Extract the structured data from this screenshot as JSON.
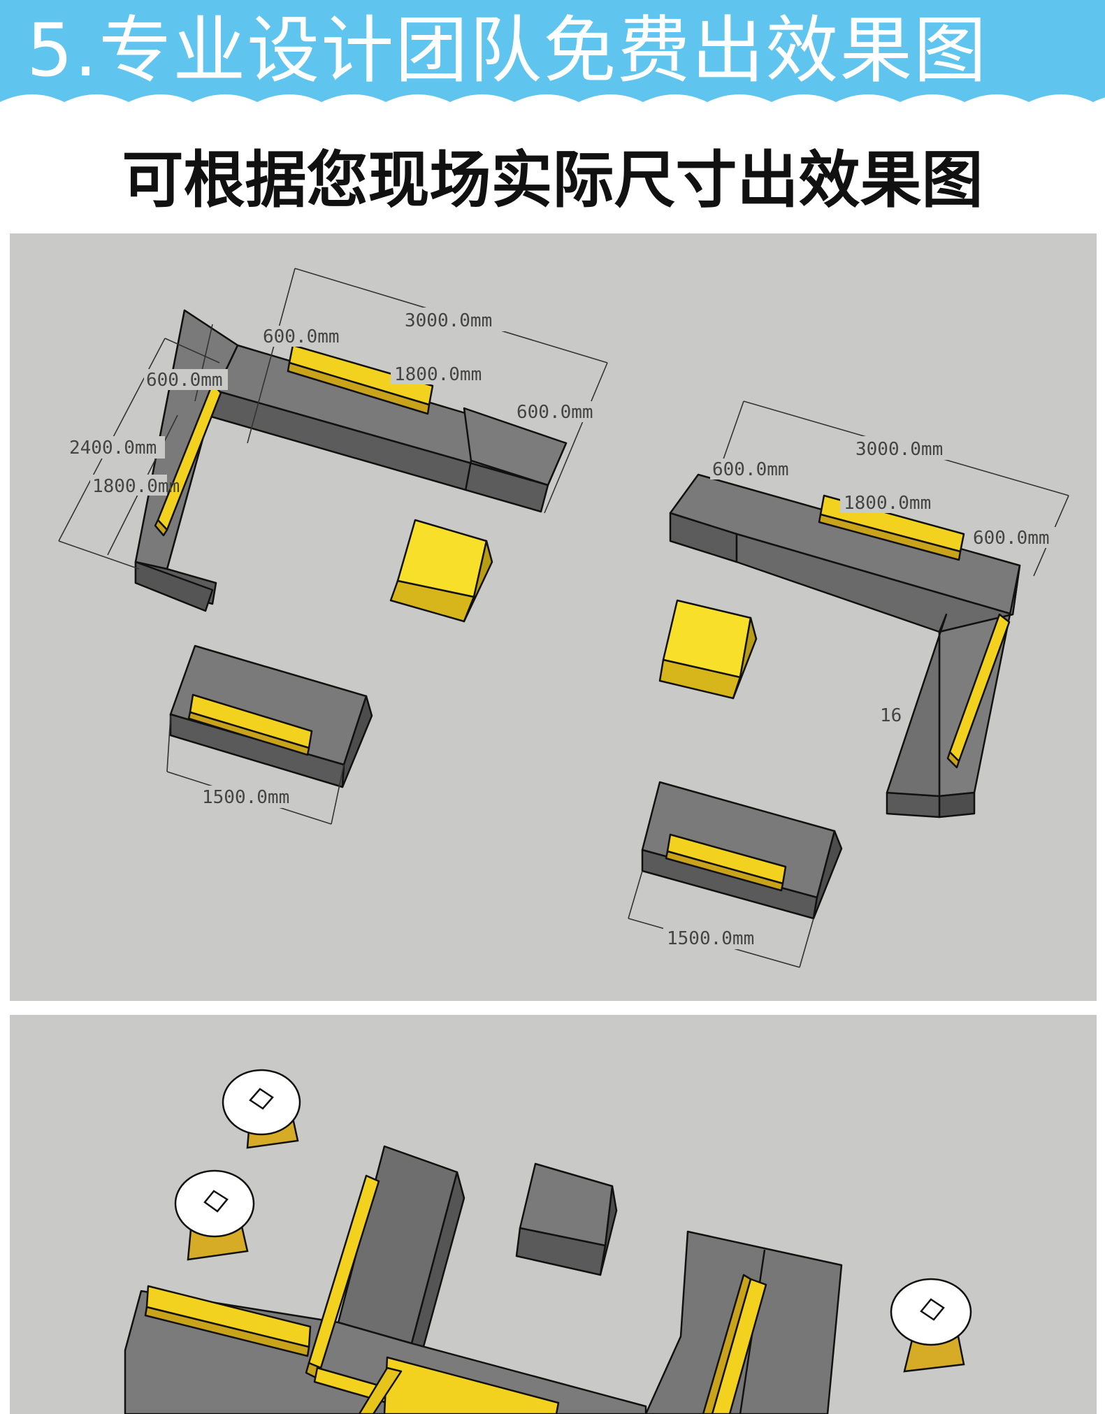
{
  "header": {
    "title": "5.专业设计团队免费出效果图",
    "background_color": "#5fc5ee",
    "text_color": "#ffffff"
  },
  "subtitle": "可根据您现场实际尺寸出效果图",
  "render1": {
    "left_group": {
      "top_width": "3000.0mm",
      "end_600_a": "600.0mm",
      "middle_1800": "1800.0mm",
      "end_600_b": "600.0mm",
      "side_600": "600.0mm",
      "side_2400": "2400.0mm",
      "side_1800": "1800.0mm",
      "bench_width": "1500.0mm"
    },
    "right_group": {
      "top_width": "3000.0mm",
      "end_600_a": "600.0mm",
      "middle_1800": "1800.0mm",
      "end_600_b": "600.0mm",
      "side_partial": "16",
      "bench_width": "1500.0mm"
    }
  },
  "colors": {
    "panel_bg": "#c9c9c7",
    "sofa_dark": "#6e6e6e",
    "sofa_mid": "#888888",
    "accent_yellow": "#f2d21e",
    "accent_yellow_dark": "#c9a41a",
    "table_top": "#ffffff"
  }
}
